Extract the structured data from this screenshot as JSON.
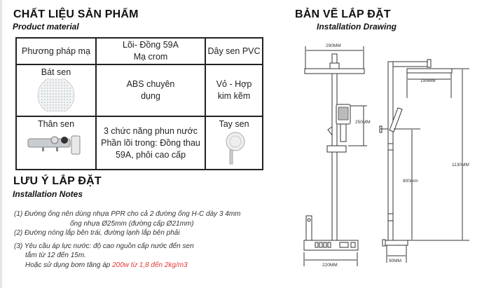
{
  "material": {
    "title": "CHẤT LIỆU SẢN PHẨM",
    "subtitle": "Product material",
    "rows": [
      [
        "Phương pháp mạ",
        "Lõi- Đồng 59A\nMạ crom",
        "Dây sen PVC"
      ],
      [
        "Bát sen",
        "ABS chuyên\ndụng",
        "Vỏ - Hợp\nkim kẽm"
      ],
      [
        "Thân sen",
        "3 chức năng phun nước\nPhần lõi trong: Đồng thau\n59A, phôi cao cấp",
        "Tay sen"
      ]
    ]
  },
  "notes": {
    "title": "LƯU Ý LẮP ĐẶT",
    "subtitle": "Installation Notes",
    "n1a": "(1) Đường ống nên dùng nhựa PPR cho cả 2 đường ống H-C dày 3 4mm",
    "n1b": "ống nhựa Ø25mm (đường cấp Ø21mm)",
    "n2": "(2) Đường nóng lắp bên trái, đường lạnh lắp bên phải",
    "n3a": "(3) Yêu cầu áp lực nước: độ cao nguồn cấp nước đến sen",
    "n3b": "tắm từ 12 đến 15m.",
    "n3c": "Hoặc sử dụng bơm tăng áp ",
    "n3d": "200w từ 1,8 đến 2kg/m3"
  },
  "drawing": {
    "title": "BẢN VẼ LẮP ĐẶT",
    "subtitle": "Installation Drawing",
    "dims": {
      "head_width": "290MM",
      "hand_shower": "250MM",
      "base_width": "220MM",
      "arm": "195MM",
      "total_height": "1130MM",
      "slide_height": "800mm",
      "depth": "90MM"
    }
  }
}
